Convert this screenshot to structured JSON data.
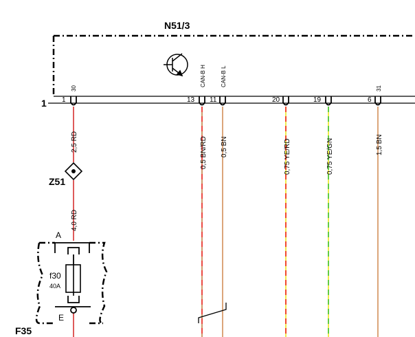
{
  "module": {
    "name": "N51/3",
    "row_label": "1",
    "can_high_label": "CAN-B H",
    "can_low_label": "CAN-B L",
    "transistor_icon": "transistor-icon"
  },
  "pins": [
    {
      "number": "1",
      "terminal": "30"
    },
    {
      "number": "13",
      "terminal": ""
    },
    {
      "number": "11",
      "terminal": ""
    },
    {
      "number": "20",
      "terminal": ""
    },
    {
      "number": "19",
      "terminal": ""
    },
    {
      "number": "6",
      "terminal": "31"
    }
  ],
  "wires": [
    {
      "label": "2,5 RD",
      "color": "#cc0000",
      "stripe": ""
    },
    {
      "label": "4,0 RD",
      "color": "#cc0000",
      "stripe": ""
    },
    {
      "label": "0,5 BN/RD",
      "color": "#b5651d",
      "stripe": "#ee0000"
    },
    {
      "label": "0,5 BN",
      "color": "#c87533",
      "stripe": ""
    },
    {
      "label": "0,75 YE/RD",
      "color": "#e8e000",
      "stripe": "#ee0000"
    },
    {
      "label": "0,75 YE/GN",
      "color": "#e8e000",
      "stripe": "#22bb22"
    },
    {
      "label": "1,5 BN",
      "color": "#c87533",
      "stripe": ""
    }
  ],
  "splice": {
    "name": "Z51"
  },
  "fuse_box": {
    "name": "F35",
    "fuse_name": "f30",
    "fuse_rating": "40A",
    "connector_top": "A",
    "connector_bottom": "E"
  }
}
